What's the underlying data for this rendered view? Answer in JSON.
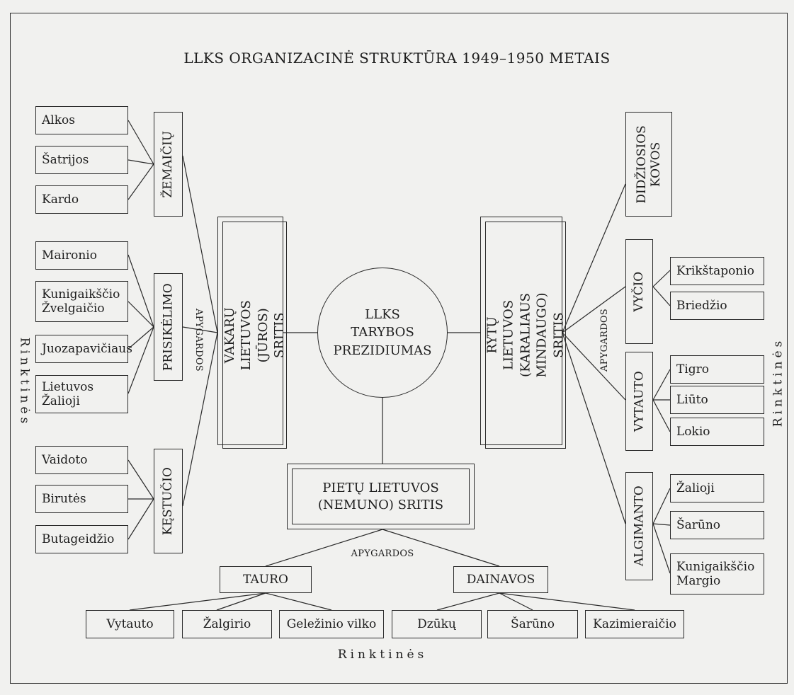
{
  "title": "LLKS ORGANIZACINĖ STRUKTŪRA 1949–1950 METAIS",
  "center": "LLKS\nTARYBOS\nPREZIDIUMAS",
  "regions": {
    "west": "VAKARŲ LIETUVOS\n(JŪROS) SRITIS",
    "east": "RYTŲ LIETUVOS\n(KARALIAUS MINDAUGO)\nSRITIS",
    "south": "PIETŲ LIETUVOS\n(NEMUNO) SRITIS"
  },
  "labels": {
    "apygardos_left": "APYGARDOS",
    "apygardos_right": "APYGARDOS",
    "apygardos_bottom": "APYGARDOS",
    "rinktines_left": "Rinktinės",
    "rinktines_right": "Rinktinės",
    "rinktines_bottom": "Rinktinės"
  },
  "west_districts": [
    {
      "name": "ŽEMAIČIŲ",
      "units": [
        "Alkos",
        "Šatrijos",
        "Kardo"
      ]
    },
    {
      "name": "PRISIKĖLIMO",
      "units": [
        "Maironio",
        "Kunigaikščio\nŽvelgaičio",
        "Juozapavičiaus",
        "Lietuvos\nŽalioji"
      ]
    },
    {
      "name": "KĘSTUČIO",
      "units": [
        "Vaidoto",
        "Birutės",
        "Butageidžio"
      ]
    }
  ],
  "east_districts": [
    {
      "name": "DIDŽIOSIOS\nKOVOS",
      "units": []
    },
    {
      "name": "VYČIO",
      "units": [
        "Krikštaponio",
        "Briedžio"
      ]
    },
    {
      "name": "VYTAUTO",
      "units": [
        "Tigro",
        "Liūto",
        "Lokio"
      ]
    },
    {
      "name": "ALGIMANTO",
      "units": [
        "Žalioji",
        "Šarūno",
        "Kunigaikščio\nMargio"
      ]
    }
  ],
  "south_districts": [
    {
      "name": "TAURO",
      "units": [
        "Vytauto",
        "Žalgirio",
        "Geležinio vilko"
      ]
    },
    {
      "name": "DAINAVOS",
      "units": [
        "Dzūkų",
        "Šarūno",
        "Kazimieraičio"
      ]
    }
  ]
}
